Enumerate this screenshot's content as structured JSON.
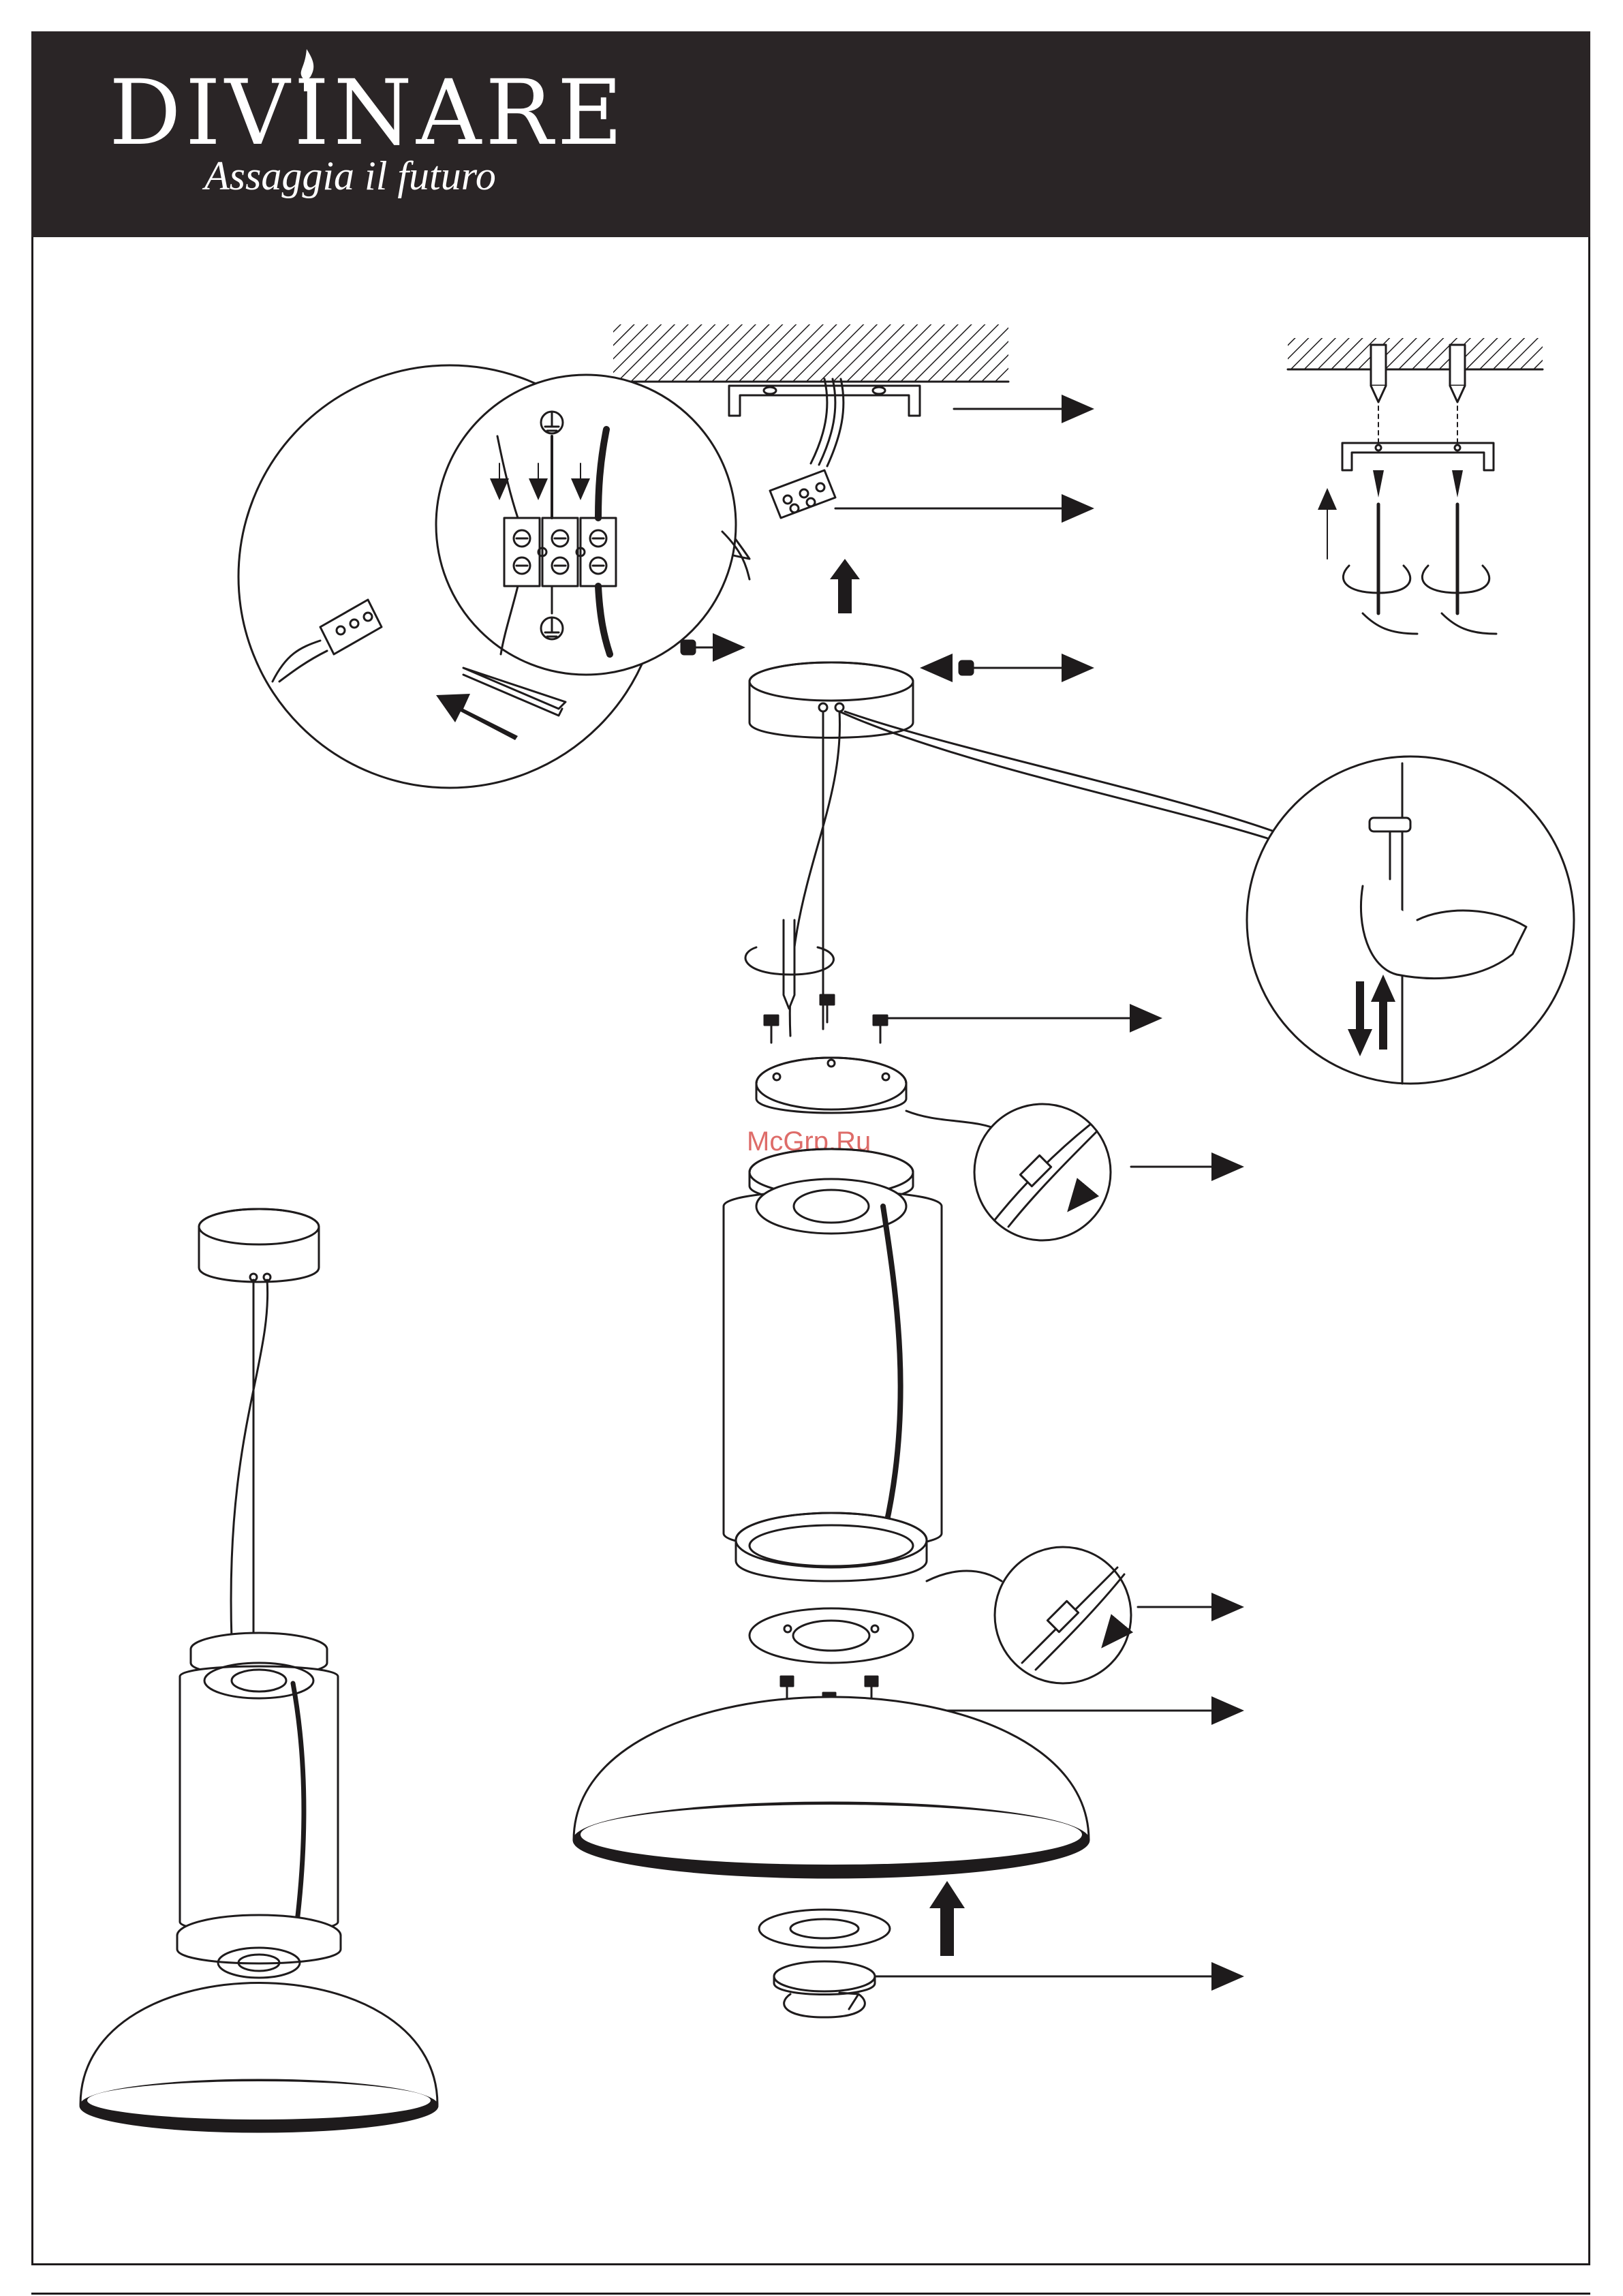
{
  "brand": {
    "name": "DIVINARE",
    "tagline": "Assaggia il futuro",
    "header_color": "#2a2526"
  },
  "watermark": {
    "text": "McGrp.Ru",
    "color": "#d9534f"
  },
  "icons": [
    "flame-icon",
    "ceiling-hatch",
    "mounting-bracket",
    "wire-connector",
    "ground-symbol",
    "screw-icon",
    "screwdriver-icon",
    "rotate-arrow-icon",
    "arrow-right-icon",
    "arrow-up-icon",
    "arrow-down-icon",
    "hand-icon"
  ],
  "colors": {
    "line": "#1e1b1c",
    "arrow_fill": "#1e1b1c",
    "terminal_red": "#d9534f"
  }
}
